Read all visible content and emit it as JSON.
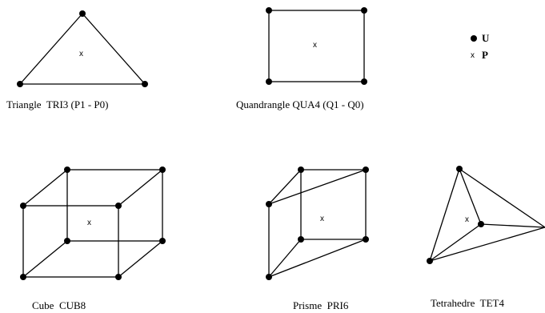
{
  "captions": {
    "tri3": "Triangle  TRI3 (P1 - P0)",
    "qua4": "Quandrangle QUA4 (Q1 - Q0)",
    "cub8": "Cube  CUB8",
    "pri6": "Prisme  PRI6",
    "tet4": "Tetrahedre  TET4"
  },
  "legend": {
    "u_label": "U",
    "p_label": "P"
  },
  "pressure_marker": "x",
  "colors": {
    "stroke": "#000000",
    "node": "#000000"
  }
}
